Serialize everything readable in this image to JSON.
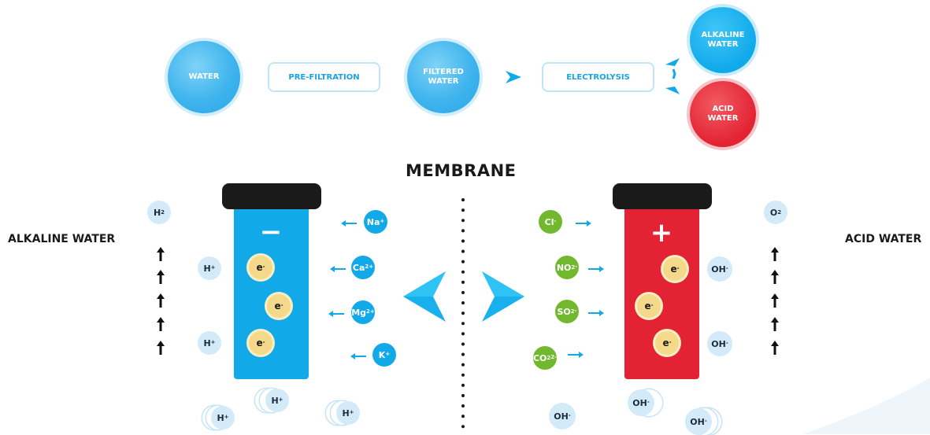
{
  "flow": {
    "water": "WATER",
    "prefiltration": "PRE-FILTRATION",
    "filtered_water_line1": "FILTERED",
    "filtered_water_line2": "WATER",
    "electrolysis": "ELECTROLYSIS",
    "alkaline_line1": "ALKALINE",
    "alkaline_line2": "WATER",
    "acid_line1": "ACID",
    "acid_line2": "WATER"
  },
  "membrane_title": "MEMBRANE",
  "left": {
    "label": "ALKALINE WATER",
    "sign": "−",
    "gas": {
      "base": "H",
      "sub": "2"
    },
    "cations": [
      {
        "base": "Na",
        "sup": "+"
      },
      {
        "base": "Ca",
        "sup": "2+"
      },
      {
        "base": "Mg",
        "sup": "2+"
      },
      {
        "base": "K",
        "sup": "+"
      }
    ],
    "h_side": [
      {
        "base": "H",
        "sup": "+"
      },
      {
        "base": "H",
        "sup": "+"
      }
    ],
    "electrons": [
      {
        "base": "e",
        "sup": "-"
      },
      {
        "base": "e",
        "sup": "-"
      },
      {
        "base": "e",
        "sup": "-"
      }
    ],
    "bottom": [
      {
        "base": "H",
        "sup": "+"
      },
      {
        "base": "H",
        "sup": "+"
      },
      {
        "base": "H",
        "sup": "+"
      }
    ]
  },
  "right": {
    "label": "ACID WATER",
    "sign": "+",
    "gas": {
      "base": "O",
      "sub": "2"
    },
    "anions": [
      {
        "base": "Cl",
        "sup": "-"
      },
      {
        "base": "NO",
        "sub": "2",
        "sup": "-"
      },
      {
        "base": "SO",
        "sub": "2",
        "sup": "-"
      },
      {
        "base": "CO",
        "sub": "2",
        "sup": "2-"
      }
    ],
    "oh_side": [
      {
        "base": "OH",
        "sup": "-"
      },
      {
        "base": "OH",
        "sup": "-"
      }
    ],
    "electrons": [
      {
        "base": "e",
        "sup": "-"
      },
      {
        "base": "e",
        "sup": "-"
      },
      {
        "base": "e",
        "sup": "-"
      }
    ],
    "bottom": [
      {
        "base": "OH",
        "sup": "-"
      },
      {
        "base": "OH",
        "sup": "-"
      },
      {
        "base": "OH",
        "sup": "-"
      }
    ]
  },
  "colors": {
    "cyan": "#12a9e8",
    "red": "#e32233",
    "green": "#72b82f",
    "electron": "#f4d98a",
    "pale": "#d3ebf8"
  }
}
